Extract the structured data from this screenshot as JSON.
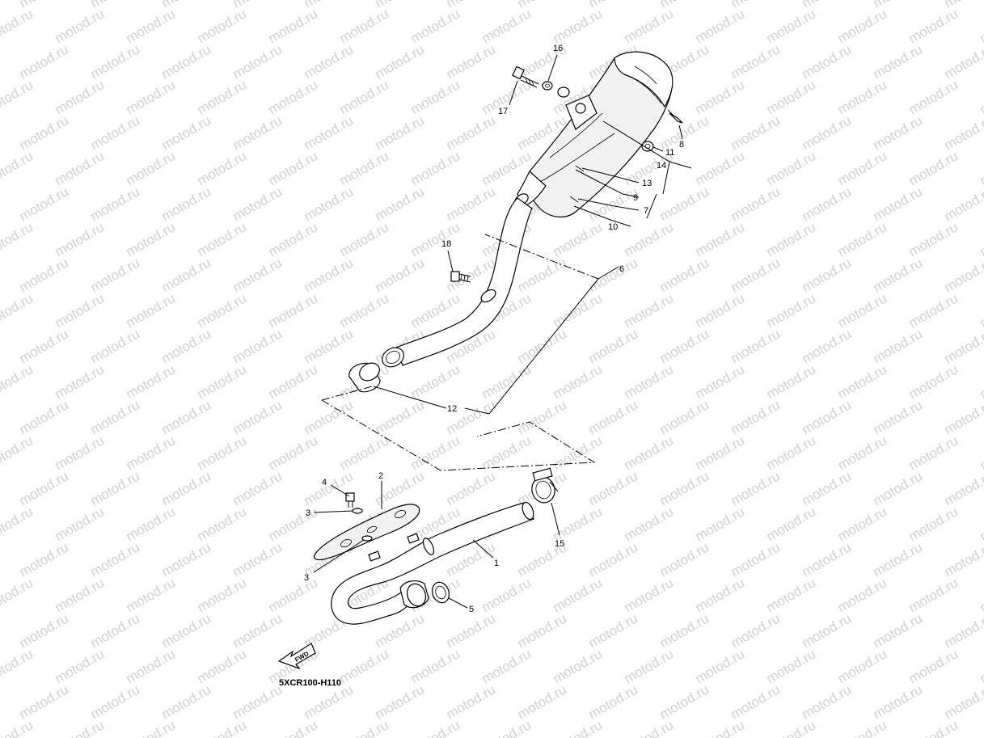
{
  "watermark": {
    "text": "motod.ru"
  },
  "diagram": {
    "code": "5XCR100-H110",
    "fwd_label": "FWD",
    "callouts": [
      {
        "id": "c1",
        "label": "1"
      },
      {
        "id": "c2",
        "label": "2"
      },
      {
        "id": "c3a",
        "label": "3"
      },
      {
        "id": "c3b",
        "label": "3"
      },
      {
        "id": "c4",
        "label": "4"
      },
      {
        "id": "c5",
        "label": "5"
      },
      {
        "id": "c6",
        "label": "6"
      },
      {
        "id": "c7",
        "label": "7"
      },
      {
        "id": "c8",
        "label": "8"
      },
      {
        "id": "c9",
        "label": "9"
      },
      {
        "id": "c10",
        "label": "10"
      },
      {
        "id": "c11",
        "label": "11"
      },
      {
        "id": "c12",
        "label": "12"
      },
      {
        "id": "c13",
        "label": "13"
      },
      {
        "id": "c14",
        "label": "14"
      },
      {
        "id": "c15",
        "label": "15"
      },
      {
        "id": "c16",
        "label": "16"
      },
      {
        "id": "c17",
        "label": "17"
      },
      {
        "id": "c18",
        "label": "18"
      }
    ]
  }
}
